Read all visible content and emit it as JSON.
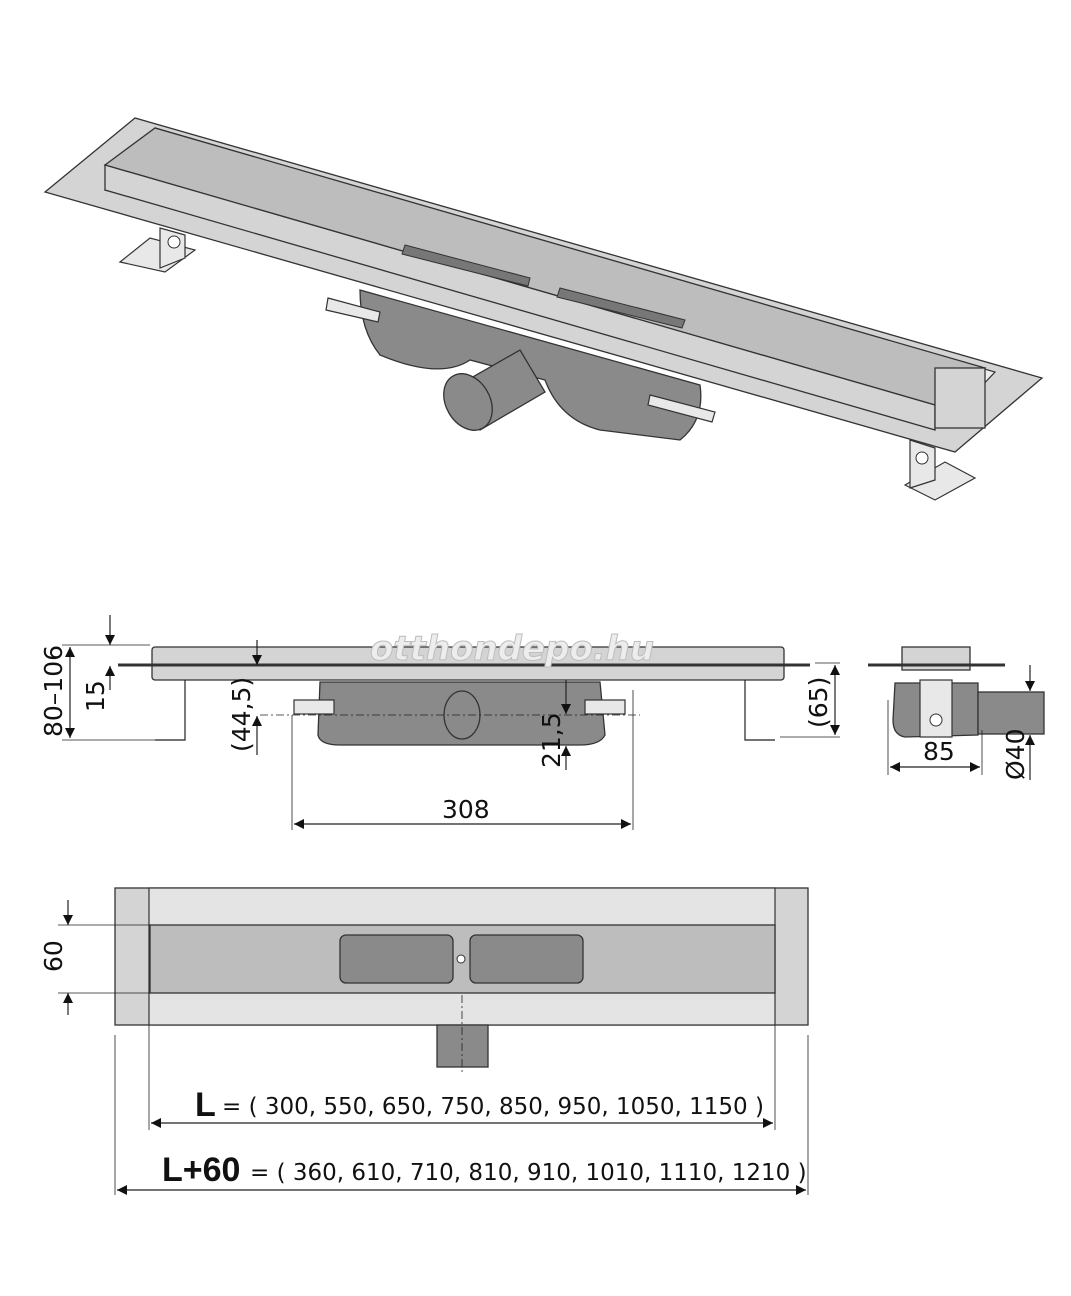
{
  "watermark": "otthondepo.hu",
  "side_view": {
    "height_range": "80–106",
    "flange_offset": "15",
    "outlet_axis_height": "(44,5)",
    "outlet_clearance": "21,5",
    "body_length": "308",
    "total_height": "(65)"
  },
  "end_view": {
    "body_width": "85",
    "outlet_diameter": "Ø40"
  },
  "plan_view": {
    "channel_width": "60",
    "length_symbol": "L",
    "length_values": "= ( 300, 550, 650, 750, 850, 950, 1050, 1150 )",
    "total_length_symbol": "L+60",
    "total_length_values": "= ( 360, 610, 710, 810, 910, 1010, 1110, 1210 )"
  }
}
